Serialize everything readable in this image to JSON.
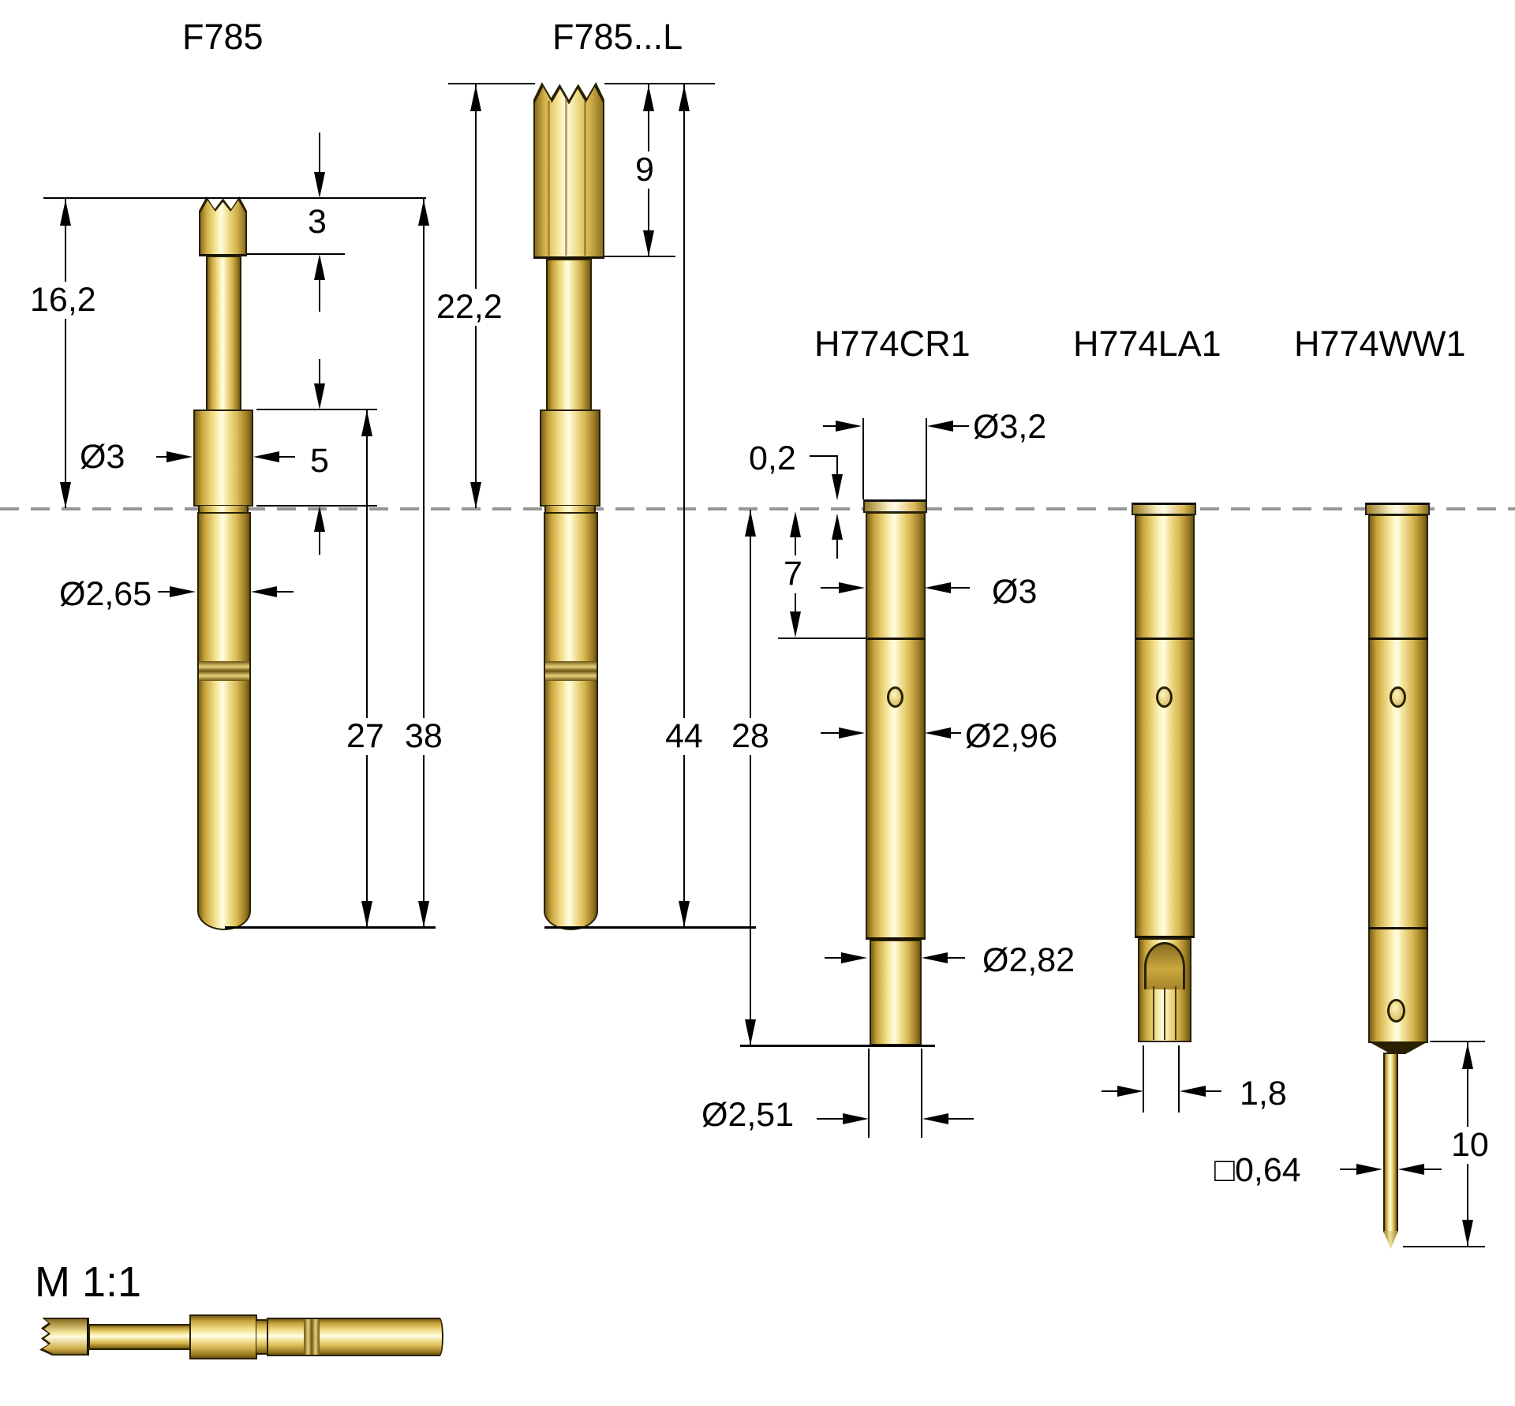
{
  "drawing": {
    "title_note": "M 1:1",
    "colors": {
      "background": "#ffffff",
      "line": "#000000",
      "datum_dash": "#979797",
      "gold_light": "#fdf6c0",
      "gold_mid": "#d9b954",
      "gold_dark": "#7a6016"
    },
    "views": {
      "f785": {
        "label": "F785",
        "dim_tip_len": "3",
        "dim_head_to_datum": "16,2",
        "dim_collar_dia": "Ø3",
        "dim_collar_len": "5",
        "dim_barrel_dia": "Ø2,65",
        "dim_barrel_len": "27",
        "dim_total_len": "38"
      },
      "f785l": {
        "label": "F785...L",
        "dim_head_len": "9",
        "dim_head_to_datum": "22,2",
        "dim_total_len": "44"
      },
      "h774cr1": {
        "label": "H774CR1",
        "dim_flange_dia": "Ø3,2",
        "dim_flange_thk": "0,2",
        "dim_top_len": "7",
        "dim_top_dia": "Ø3",
        "dim_body_dia": "Ø2,96",
        "dim_press_dia": "Ø2,82",
        "dim_len_below_datum": "28",
        "dim_tail_dia": "Ø2,51"
      },
      "h774la1": {
        "label": "H774LA1",
        "dim_cup_width": "1,8"
      },
      "h774ww1": {
        "label": "H774WW1",
        "dim_post_len": "10",
        "dim_post_sq": "□0,64"
      }
    }
  }
}
